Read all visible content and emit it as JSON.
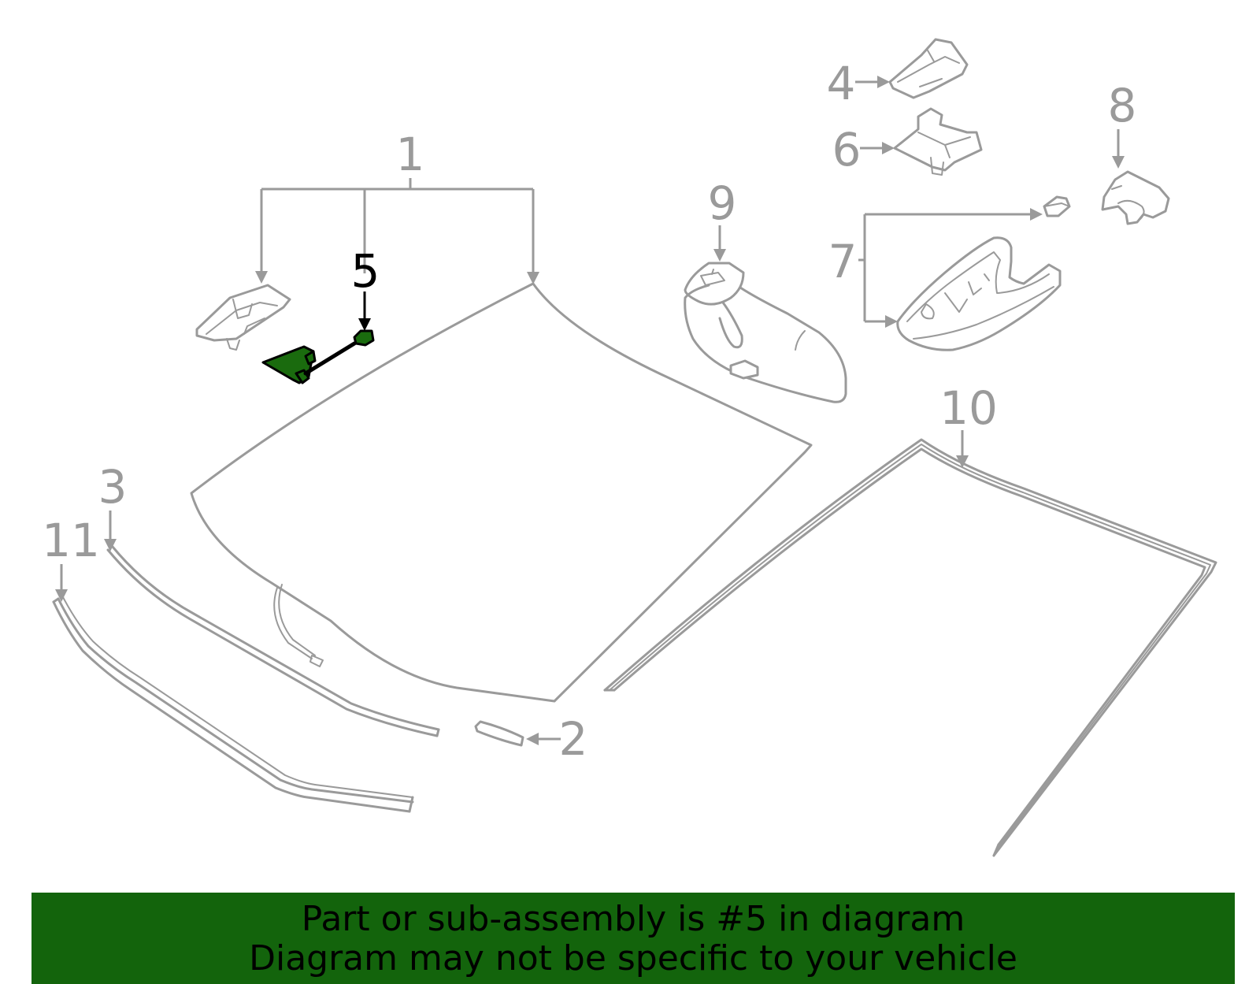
{
  "callouts": {
    "c1": "1",
    "c2": "2",
    "c3": "3",
    "c4": "4",
    "c5": "5",
    "c6": "6",
    "c7": "7",
    "c8": "8",
    "c9": "9",
    "c10": "10",
    "c11": "11"
  },
  "highlighted_part": "5",
  "colors": {
    "part_stroke": "#9a9a9a",
    "highlight": "#1a6b0e",
    "banner": "#13640c"
  },
  "banner": {
    "line1": "Part or sub-assembly is #5 in diagram",
    "line2": "Diagram may not be specific to your vehicle"
  }
}
